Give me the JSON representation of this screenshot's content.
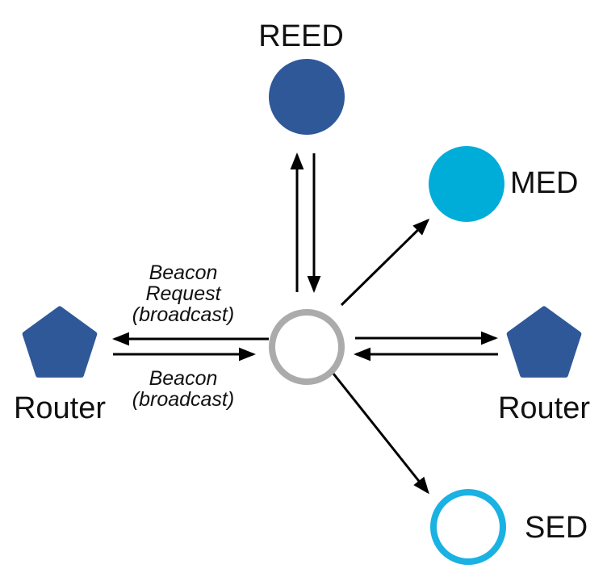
{
  "diagram": {
    "description": "Thread mesh network joining diagram: a joining device (center) broadcasts a Beacon Request and receives Beacons from Routers; links shown to REED, MED, SED and two Routers",
    "nodes": [
      {
        "id": "reed",
        "label": "REED",
        "shape": "circle",
        "style": "filled",
        "color": "#2F5899"
      },
      {
        "id": "med",
        "label": "MED",
        "shape": "circle",
        "style": "filled",
        "color": "#00ADD8"
      },
      {
        "id": "router-left",
        "label": "Router",
        "shape": "pentagon",
        "style": "filled",
        "color": "#2F5899"
      },
      {
        "id": "router-right",
        "label": "Router",
        "shape": "pentagon",
        "style": "filled",
        "color": "#2F5899"
      },
      {
        "id": "joiner",
        "label": "",
        "shape": "circle",
        "style": "outline",
        "color": "#ABABAB"
      },
      {
        "id": "sed",
        "label": "SED",
        "shape": "circle",
        "style": "outline",
        "color": "#1AB1E3"
      }
    ],
    "edge_labels": {
      "beacon_request": {
        "line1": "Beacon",
        "line2": "Request",
        "line3": "(broadcast)"
      },
      "beacon": {
        "line1": "Beacon",
        "line2": "(broadcast)"
      }
    },
    "edges": [
      {
        "from": "joiner",
        "to": "reed"
      },
      {
        "from": "reed",
        "to": "joiner"
      },
      {
        "from": "joiner",
        "to": "med"
      },
      {
        "from": "joiner",
        "to": "router-left",
        "label": "Beacon Request (broadcast)"
      },
      {
        "from": "router-left",
        "to": "joiner",
        "label": "Beacon (broadcast)"
      },
      {
        "from": "joiner",
        "to": "router-right"
      },
      {
        "from": "router-right",
        "to": "joiner"
      },
      {
        "from": "joiner",
        "to": "sed"
      }
    ],
    "colors": {
      "node_blue": "#2F5899",
      "node_cyan": "#00ADD8",
      "outline_gray": "#ABABAB",
      "outline_cyan": "#1AB1E3",
      "arrow": "#000000"
    }
  }
}
